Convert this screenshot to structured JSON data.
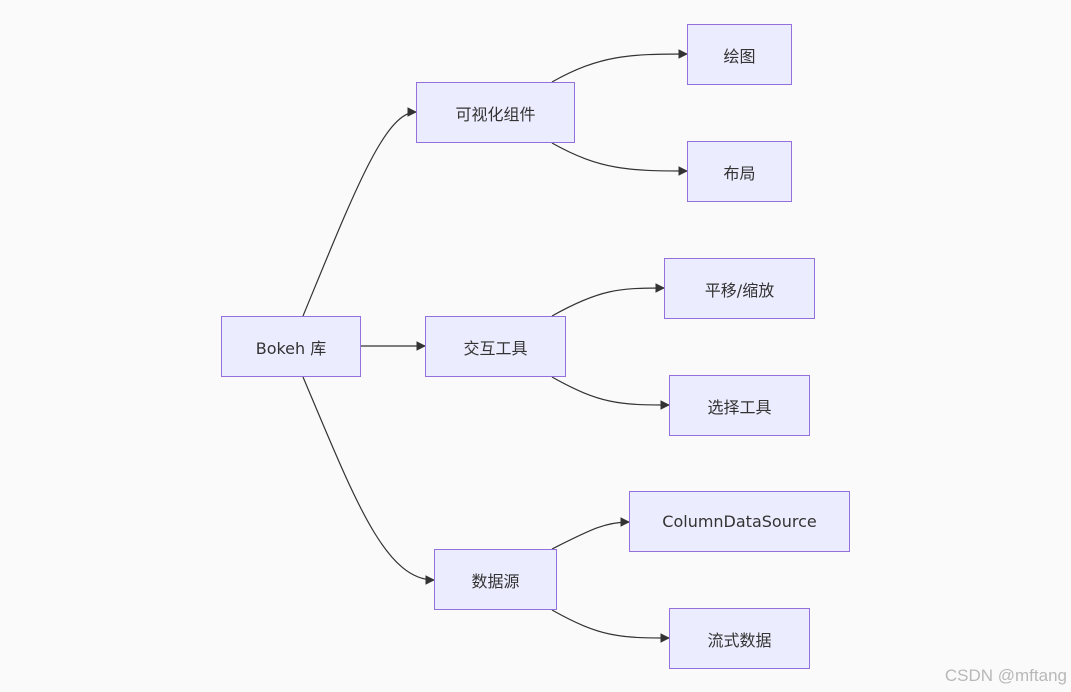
{
  "nodes": {
    "root": "Bokeh 库",
    "viz": "可视化组件",
    "interact": "交互工具",
    "data": "数据源",
    "plot": "绘图",
    "layout": "布局",
    "panzoom": "平移/缩放",
    "select": "选择工具",
    "cds": "ColumnDataSource",
    "stream": "流式数据"
  },
  "edges": [
    {
      "from": "root",
      "to": "viz"
    },
    {
      "from": "root",
      "to": "interact"
    },
    {
      "from": "root",
      "to": "data"
    },
    {
      "from": "viz",
      "to": "plot"
    },
    {
      "from": "viz",
      "to": "layout"
    },
    {
      "from": "interact",
      "to": "panzoom"
    },
    {
      "from": "interact",
      "to": "select"
    },
    {
      "from": "data",
      "to": "cds"
    },
    {
      "from": "data",
      "to": "stream"
    }
  ],
  "colors": {
    "node_fill": "#ececff",
    "node_border": "#9370db",
    "edge": "#333333",
    "background": "#fbfafb"
  },
  "watermark": "CSDN @mftang"
}
